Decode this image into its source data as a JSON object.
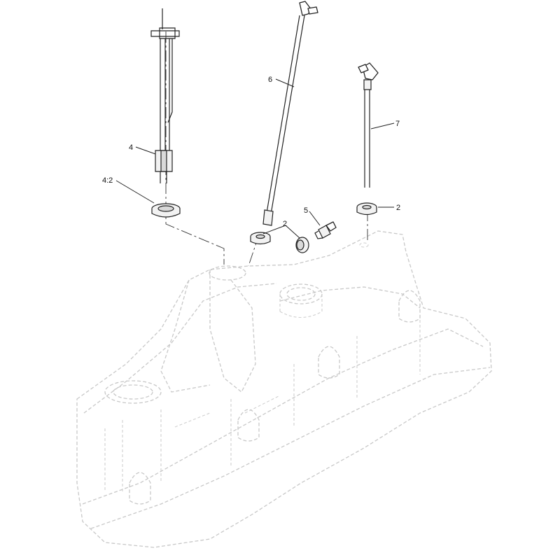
{
  "callouts": {
    "c_4": "4",
    "c_4_2": "4:2",
    "c_6": "6",
    "c_7": "7",
    "c_5": "5",
    "c_2_center": "2",
    "c_2_right": "2"
  },
  "colors": {
    "outline": "#222222",
    "ghost_outline": "#c8c8c8",
    "background": "#ffffff"
  }
}
